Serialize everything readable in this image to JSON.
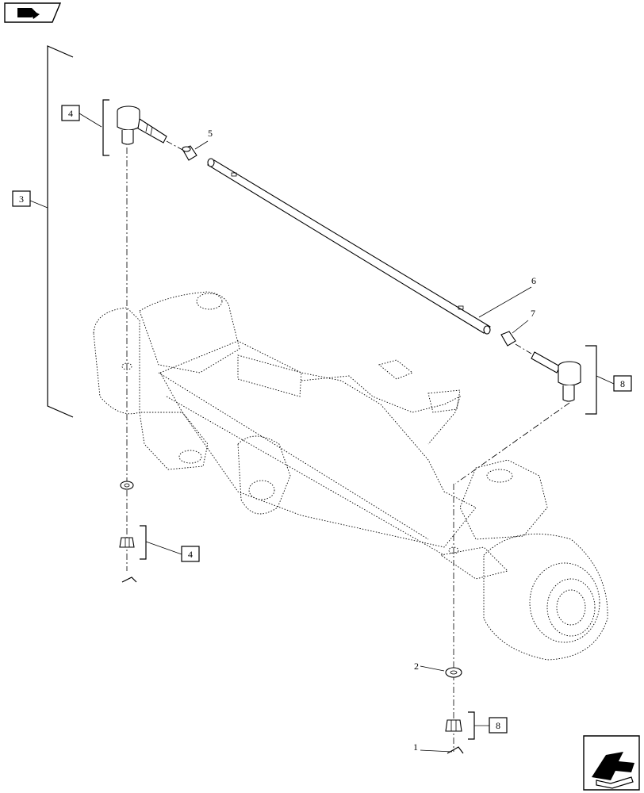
{
  "icons": {
    "top_left": "previous-page-arrow-icon",
    "bottom_right": "next-page-arrow-icon"
  },
  "callouts": {
    "c1": "1",
    "c2": "2",
    "c3": "3",
    "c4_top": "4",
    "c4_bottom": "4",
    "c5": "5",
    "c6": "6",
    "c7": "7",
    "c8_right": "8",
    "c8_bottom": "8"
  }
}
